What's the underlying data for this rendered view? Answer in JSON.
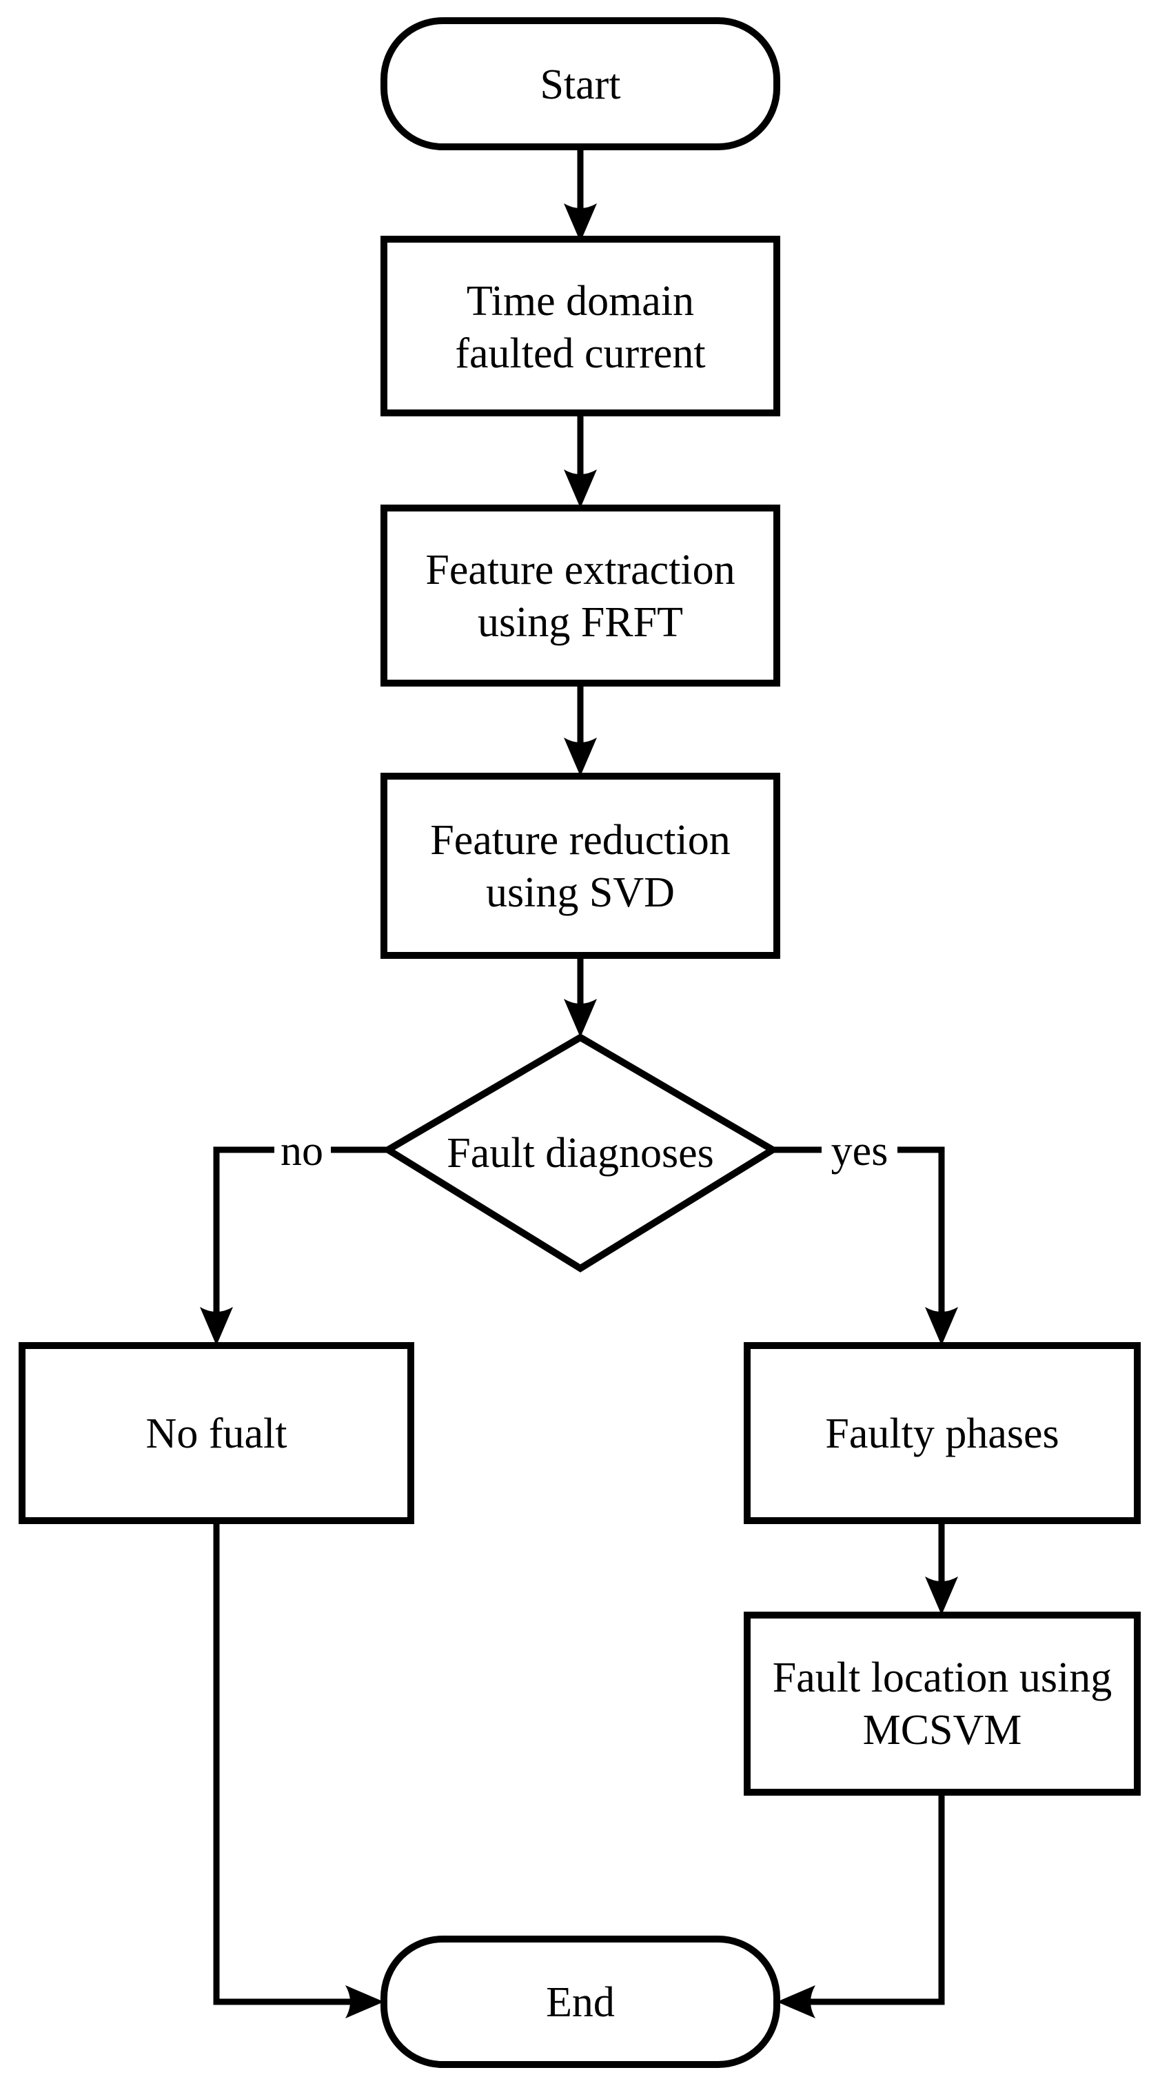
{
  "diagram": {
    "type": "flowchart",
    "background_color": "#ffffff",
    "stroke_color": "#000000",
    "text_color": "#000000",
    "nodes": {
      "start": {
        "shape": "stadium",
        "label": "Start"
      },
      "time_domain": {
        "shape": "process",
        "line1": "Time domain",
        "line2": "faulted current"
      },
      "feature_extraction": {
        "shape": "process",
        "line1": "Feature extraction",
        "line2": "using FRFT"
      },
      "feature_reduction": {
        "shape": "process",
        "line1": "Feature reduction",
        "line2": "using SVD"
      },
      "fault_diagnoses": {
        "shape": "decision",
        "label": "Fault diagnoses"
      },
      "no_fault": {
        "shape": "process",
        "label": "No fualt"
      },
      "faulty_phases": {
        "shape": "process",
        "label": "Faulty phases"
      },
      "fault_location": {
        "shape": "process",
        "line1": "Fault location using",
        "line2": "MCSVM"
      },
      "end": {
        "shape": "stadium",
        "label": "End"
      }
    },
    "edges": [
      {
        "from": "start",
        "to": "time_domain"
      },
      {
        "from": "time_domain",
        "to": "feature_extraction"
      },
      {
        "from": "feature_extraction",
        "to": "feature_reduction"
      },
      {
        "from": "feature_reduction",
        "to": "fault_diagnoses"
      },
      {
        "from": "fault_diagnoses",
        "to": "no_fault",
        "label": "no"
      },
      {
        "from": "fault_diagnoses",
        "to": "faulty_phases",
        "label": "yes"
      },
      {
        "from": "faulty_phases",
        "to": "fault_location"
      },
      {
        "from": "no_fault",
        "to": "end"
      },
      {
        "from": "fault_location",
        "to": "end"
      }
    ]
  }
}
